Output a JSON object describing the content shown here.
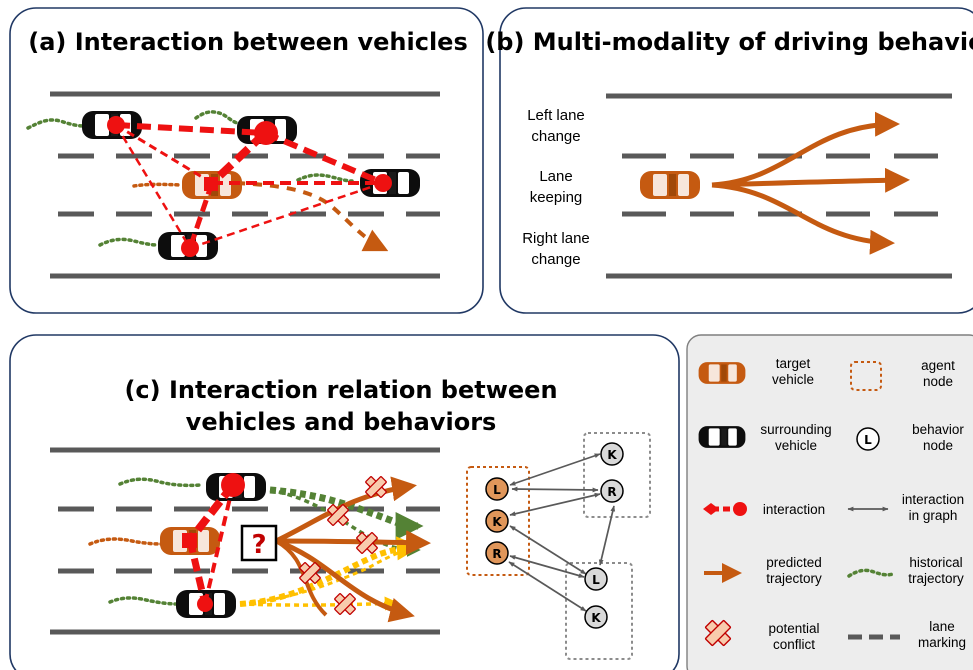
{
  "panel_a": {
    "title": "(a) Interaction between vehicles"
  },
  "panel_b": {
    "title": "(b) Multi-modality of driving behaviors",
    "labels": [
      {
        "line1": "Left lane",
        "line2": "change"
      },
      {
        "line1": "Lane",
        "line2": "keeping"
      },
      {
        "line1": "Right lane",
        "line2": "change"
      }
    ]
  },
  "panel_c": {
    "title_line1": "(c) Interaction relation between",
    "title_line2": "vehicles and behaviors",
    "question": "?",
    "target_nodes": [
      "L",
      "K",
      "R"
    ],
    "top_nodes": [
      "K",
      "R"
    ],
    "bottom_nodes": [
      "L",
      "K"
    ]
  },
  "legend": {
    "target_vehicle": [
      "target",
      "vehicle"
    ],
    "agent_node": [
      "agent",
      "node"
    ],
    "surrounding_vehicle": [
      "surrounding",
      "vehicle"
    ],
    "behavior_node": [
      "behavior",
      "node"
    ],
    "behavior_node_letter": "L",
    "interaction": "interaction",
    "interaction_in_graph": [
      "interaction",
      "in graph"
    ],
    "predicted_trajectory": [
      "predicted",
      "trajectory"
    ],
    "historical_trajectory": [
      "historical",
      "trajectory"
    ],
    "potential_conflict": [
      "potential",
      "conflict"
    ],
    "lane_marking": [
      "lane",
      "marking"
    ]
  },
  "colors": {
    "target": "#c55a11",
    "interaction": "#ee1111",
    "historical": "#548235",
    "prediction_yellow": "#ffc000",
    "lane": "#595959",
    "conflict_fill": "#f8cbad",
    "conflict_edge": "#c00000"
  }
}
